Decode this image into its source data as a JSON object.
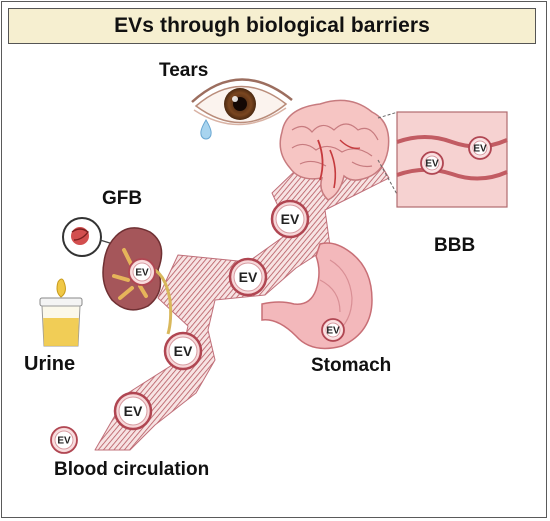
{
  "title": "EVs through biological barriers",
  "labels": {
    "tears": "Tears",
    "gfb": "GFB",
    "bbb": "BBB",
    "urine": "Urine",
    "stomach": "Stomach",
    "blood": "Blood circulation"
  },
  "ev_label": "EV",
  "icons": [
    "eye-icon",
    "tear-drop-icon",
    "brain-icon",
    "blood-vessel-icon",
    "kidney-icon",
    "glomerulus-icon",
    "urine-cup-icon",
    "stomach-icon",
    "vessel-ribbon-icon"
  ],
  "colors": {
    "title_bg": "#f6efd0",
    "ribbon": "#b5575e",
    "ev_ring": "#b04652",
    "ev_fill": "#fbecec",
    "organ_pink": "#f2b6b8",
    "urine_yellow": "#f0c846"
  }
}
